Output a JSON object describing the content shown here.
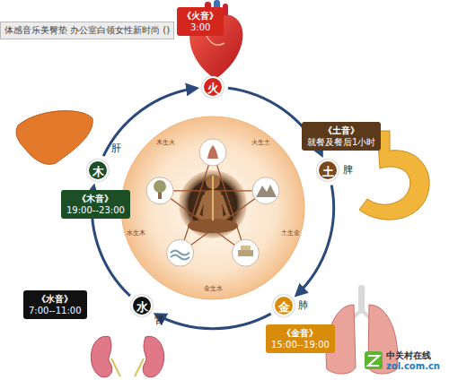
{
  "diagram": {
    "nodes": [
      {
        "text": [
          "《火音》",
          "3:00"
        ]
      },
      {
        "text": [
          "火"
        ]
      },
      {
        "text": [
          "《土音》",
          "就餐及餐后1小时"
        ]
      },
      {
        "text": [
          "土"
        ]
      },
      {
        "text": [
          "木"
        ]
      },
      {
        "text": [
          "《木音》",
          "19:00--23:00"
        ]
      },
      {
        "text": [
          "《水音》",
          "7:00--11:00"
        ]
      },
      {
        "text": [
          "水"
        ]
      },
      {
        "text": [
          "金"
        ]
      },
      {
        "text": [
          "《金音》",
          "15:00--19:00"
        ]
      }
    ],
    "edges": [
      {
        "from": 1,
        "to": 3,
        "arrow": "to"
      },
      {
        "from": 3,
        "to": 8,
        "arrow": "to"
      },
      {
        "from": 8,
        "to": 7,
        "arrow": "to"
      },
      {
        "from": 7,
        "to": 4,
        "arrow": "to"
      },
      {
        "from": 4,
        "to": 1,
        "arrow": "to"
      }
    ],
    "labels": [
      "体感音乐美臀垫 办公室白领女性新时尚 ()",
      "肝",
      "脾",
      "肺",
      "肾",
      "火生土",
      "土生金",
      "金生水",
      "水生木",
      "木生火",
      "中关村在线",
      "zol.com.cn"
    ]
  }
}
